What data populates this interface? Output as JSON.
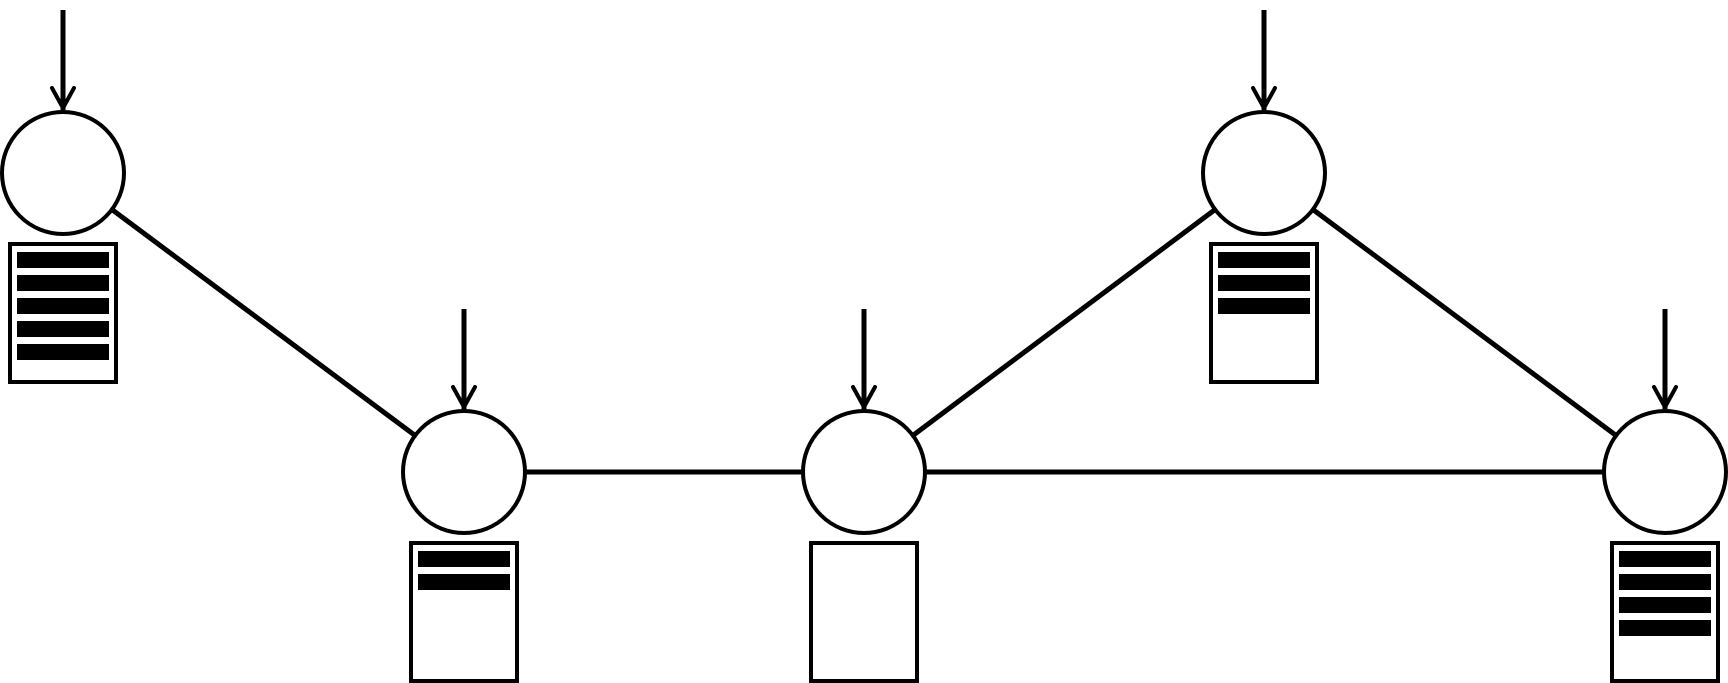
{
  "diagram": {
    "colors": {
      "stroke": "#000000",
      "fill": "#ffffff",
      "bar": "#000000"
    },
    "nodes": [
      {
        "id": "node-1",
        "incoming_arrow": true,
        "queue_fill": 5
      },
      {
        "id": "node-2",
        "incoming_arrow": true,
        "queue_fill": 2
      },
      {
        "id": "node-3",
        "incoming_arrow": true,
        "queue_fill": 0
      },
      {
        "id": "node-4",
        "incoming_arrow": true,
        "queue_fill": 3
      },
      {
        "id": "node-5",
        "incoming_arrow": true,
        "queue_fill": 4
      }
    ],
    "edges": [
      {
        "from": "node-1",
        "to": "node-2"
      },
      {
        "from": "node-2",
        "to": "node-3"
      },
      {
        "from": "node-3",
        "to": "node-4"
      },
      {
        "from": "node-3",
        "to": "node-5"
      },
      {
        "from": "node-4",
        "to": "node-5"
      }
    ]
  }
}
